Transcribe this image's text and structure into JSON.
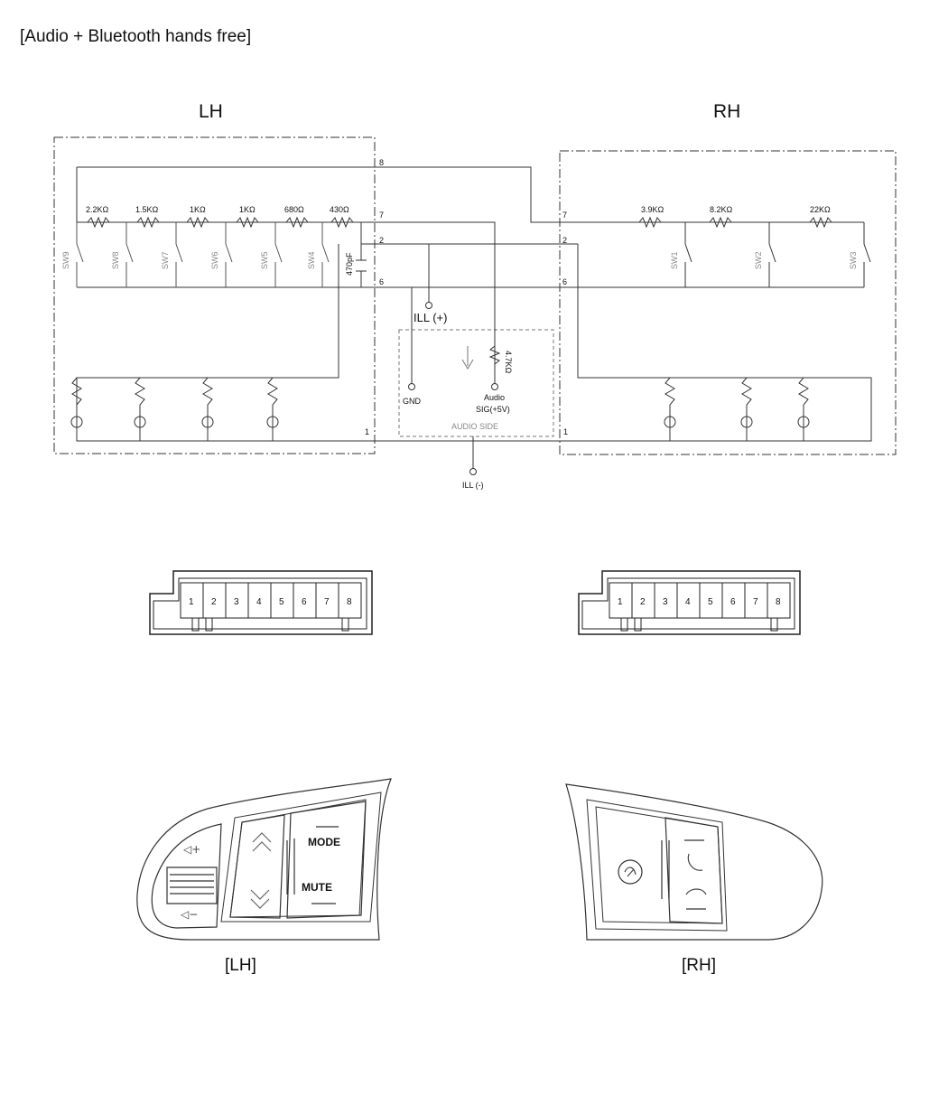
{
  "title": "[Audio + Bluetooth hands free]",
  "lh_title": "LH",
  "rh_title": "RH",
  "lh_resistors": [
    "2.2KΩ",
    "1.5KΩ",
    "1KΩ",
    "1KΩ",
    "680Ω",
    "430Ω"
  ],
  "lh_switches": [
    "SW9",
    "SW8",
    "SW7",
    "SW6",
    "SW5",
    "SW4"
  ],
  "rh_resistors": [
    "3.9KΩ",
    "8.2KΩ",
    "22KΩ"
  ],
  "rh_switches": [
    "SW1",
    "SW2",
    "SW3"
  ],
  "capacitor": "470pF",
  "pins": {
    "p8": "8",
    "p7": "7",
    "p2": "2",
    "p6": "6",
    "p1": "1"
  },
  "ill_plus": "ILL (+)",
  "ill_minus": "ILL (-)",
  "gnd": "GND",
  "audio_resistor": "4.7KΩ",
  "audio_sig_1": "Audio",
  "audio_sig_2": "SIG(+5V)",
  "audio_side": "AUDIO SIDE",
  "connector_pins": [
    "1",
    "2",
    "3",
    "4",
    "5",
    "6",
    "7",
    "8"
  ],
  "mode_label": "MODE",
  "mute_label": "MUTE",
  "caption_lh": "[LH]",
  "caption_rh": "[RH]",
  "colors": {
    "line": "#333333",
    "faint": "#777777"
  }
}
